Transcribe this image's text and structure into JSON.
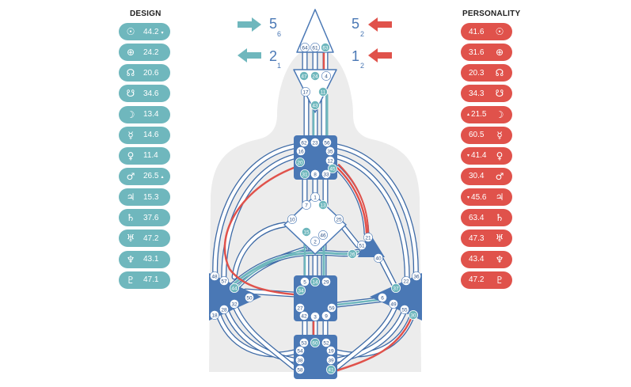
{
  "design": {
    "title": "DESIGN",
    "color": "#6fb7bd",
    "items": [
      {
        "icon": "sun-icon",
        "glyph": "☉",
        "value": "44.2",
        "arrow": "▾"
      },
      {
        "icon": "earth-icon",
        "glyph": "⊕",
        "value": "24.2",
        "arrow": ""
      },
      {
        "icon": "north-node-icon",
        "glyph": "☊",
        "value": "20.6",
        "arrow": ""
      },
      {
        "icon": "south-node-icon",
        "glyph": "☋",
        "value": "34.6",
        "arrow": ""
      },
      {
        "icon": "moon-icon",
        "glyph": "☽",
        "value": "13.4",
        "arrow": ""
      },
      {
        "icon": "mercury-icon",
        "glyph": "☿",
        "value": "14.6",
        "arrow": ""
      },
      {
        "icon": "venus-icon",
        "glyph": "♀",
        "value": "11.4",
        "arrow": ""
      },
      {
        "icon": "mars-icon",
        "glyph": "♂",
        "value": "26.5",
        "arrow": "▴"
      },
      {
        "icon": "jupiter-icon",
        "glyph": "♃",
        "value": "15.3",
        "arrow": ""
      },
      {
        "icon": "saturn-icon",
        "glyph": "♄",
        "value": "37.6",
        "arrow": ""
      },
      {
        "icon": "uranus-icon",
        "glyph": "♅",
        "value": "47.2",
        "arrow": ""
      },
      {
        "icon": "neptune-icon",
        "glyph": "♆",
        "value": "43.1",
        "arrow": ""
      },
      {
        "icon": "pluto-icon",
        "glyph": "♇",
        "value": "47.1",
        "arrow": ""
      }
    ]
  },
  "personality": {
    "title": "PERSONALITY",
    "color": "#e0524b",
    "items": [
      {
        "icon": "sun-icon",
        "glyph": "☉",
        "value": "41.6",
        "arrow": ""
      },
      {
        "icon": "earth-icon",
        "glyph": "⊕",
        "value": "31.6",
        "arrow": ""
      },
      {
        "icon": "north-node-icon",
        "glyph": "☊",
        "value": "20.3",
        "arrow": ""
      },
      {
        "icon": "south-node-icon",
        "glyph": "☋",
        "value": "34.3",
        "arrow": ""
      },
      {
        "icon": "moon-icon",
        "glyph": "☽",
        "value": "21.5",
        "arrow": "▴"
      },
      {
        "icon": "mercury-icon",
        "glyph": "☿",
        "value": "60.5",
        "arrow": ""
      },
      {
        "icon": "venus-icon",
        "glyph": "♀",
        "value": "41.4",
        "arrow": "▾"
      },
      {
        "icon": "mars-icon",
        "glyph": "♂",
        "value": "30.4",
        "arrow": ""
      },
      {
        "icon": "jupiter-icon",
        "glyph": "♃",
        "value": "45.6",
        "arrow": "▾"
      },
      {
        "icon": "saturn-icon",
        "glyph": "♄",
        "value": "63.4",
        "arrow": ""
      },
      {
        "icon": "uranus-icon",
        "glyph": "♅",
        "value": "47.3",
        "arrow": ""
      },
      {
        "icon": "neptune-icon",
        "glyph": "♆",
        "value": "43.4",
        "arrow": ""
      },
      {
        "icon": "pluto-icon",
        "glyph": "♇",
        "value": "47.2",
        "arrow": ""
      }
    ]
  },
  "arrows": {
    "design_top": {
      "main": "5",
      "sub": "6"
    },
    "design_bottom": {
      "main": "2",
      "sub": "1"
    },
    "personality_top": {
      "main": "5",
      "sub": "2"
    },
    "personality_bottom": {
      "main": "1",
      "sub": "2"
    }
  },
  "colors": {
    "center": "#4a78b5",
    "line": "#3d6aa6",
    "design": "#6fb7bd",
    "personality": "#e0524b",
    "silhouette": "#ececec"
  },
  "centers": {
    "head": {
      "gates": [
        "64",
        "61",
        "63"
      ],
      "active": [
        "63"
      ]
    },
    "ajna": {
      "gates": [
        "47",
        "24",
        "4",
        "17",
        "11",
        "43"
      ],
      "active": [
        "47",
        "24",
        "11",
        "43"
      ]
    },
    "throat": {
      "gates": [
        "62",
        "23",
        "56",
        "16",
        "35",
        "20",
        "12",
        "31",
        "8",
        "33",
        "45"
      ],
      "active": [
        "20",
        "31",
        "45"
      ]
    },
    "g": {
      "gates": [
        "1",
        "13",
        "7",
        "10",
        "25",
        "15",
        "2",
        "46"
      ],
      "active": [
        "13",
        "15"
      ]
    },
    "heart": {
      "gates": [
        "21",
        "51",
        "26",
        "40"
      ],
      "active": [
        "26"
      ]
    },
    "spleen": {
      "gates": [
        "48",
        "57",
        "44",
        "50",
        "32",
        "28",
        "18"
      ],
      "active": [
        "44"
      ]
    },
    "sacral": {
      "gates": [
        "5",
        "14",
        "29",
        "34",
        "27",
        "59",
        "42",
        "3",
        "9"
      ],
      "active": [
        "14",
        "34"
      ]
    },
    "solar": {
      "gates": [
        "36",
        "22",
        "37",
        "6",
        "49",
        "55",
        "30"
      ],
      "active": [
        "37",
        "30"
      ]
    },
    "root": {
      "gates": [
        "53",
        "60",
        "52",
        "54",
        "19",
        "38",
        "39",
        "58",
        "41"
      ],
      "active": [
        "60",
        "41"
      ]
    }
  }
}
